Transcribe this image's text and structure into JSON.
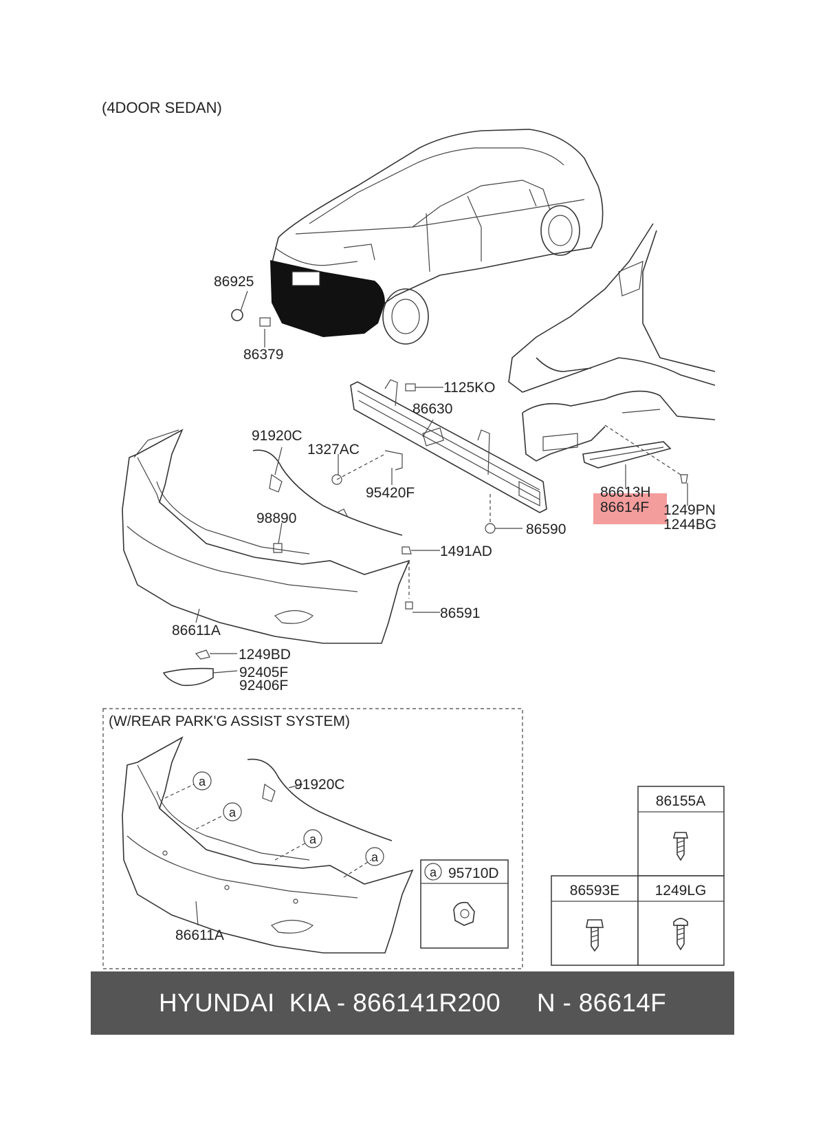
{
  "diagram": {
    "section_title": "(4DOOR SEDAN)",
    "option_title": "(W/REAR PARK'G ASSIST SYSTEM)",
    "highlight_color": "#f28c8c",
    "parts": {
      "p86925": "86925",
      "p86379": "86379",
      "p1125KO": "1125KO",
      "p86630": "86630",
      "p91920C": "91920C",
      "p1327AC": "1327AC",
      "p95420F": "95420F",
      "p86613H": "86613H",
      "p86614F": "86614F",
      "p1249PN": "1249PN",
      "p1244BG": "1244BG",
      "p98890": "98890",
      "p86590": "86590",
      "p1491AD": "1491AD",
      "p86591": "86591",
      "p86611A": "86611A",
      "p1249BD": "1249BD",
      "p92405F": "92405F",
      "p92406F": "92406F",
      "opt_91920C": "91920C",
      "opt_86611A": "86611A",
      "ref_a": "a",
      "p95710D": "95710D",
      "p86155A": "86155A",
      "p86593E": "86593E",
      "p1249LG": "1249LG"
    }
  },
  "footer": {
    "text": "HYUNDAI  KIA - 866141R200     N - 86614F",
    "background": "#555555"
  }
}
